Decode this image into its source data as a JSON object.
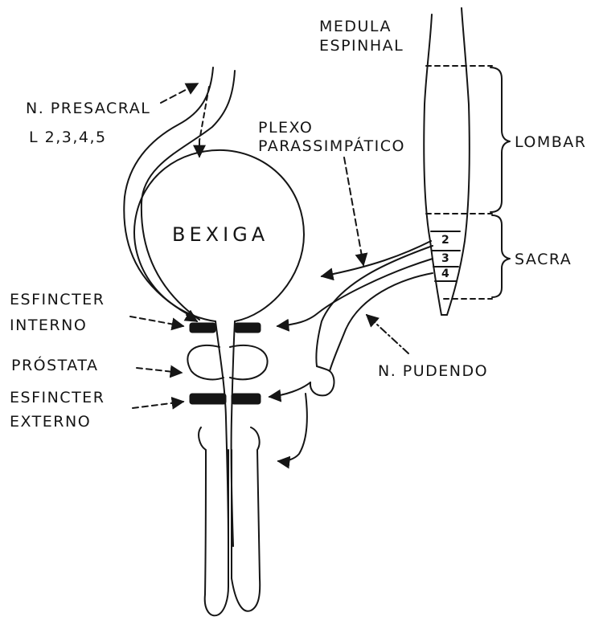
{
  "labels": {
    "medula_line1": "MEDULA",
    "medula_line2": "ESPINHAL",
    "presacral_line1": "N. PRESACRAL",
    "presacral_line2": "L 2,3,4,5",
    "plexo_line1": "PLEXO",
    "plexo_line2": "PARASSIMPÁTICO",
    "lombar": "LOMBAR",
    "sacra": "SACRA",
    "bexiga": "BEXIGA",
    "esfincter_interno_line1": "ESFINCTER",
    "esfincter_interno_line2": "INTERNO",
    "prostata": "PRÓSTATA",
    "esfincter_externo_line1": "ESFINCTER",
    "esfincter_externo_line2": "EXTERNO",
    "pudendo": "N. PUDENDO",
    "seg_2": "2",
    "seg_3": "3",
    "seg_4": "4"
  },
  "colors": {
    "ink": "#151515",
    "background": "#ffffff"
  }
}
